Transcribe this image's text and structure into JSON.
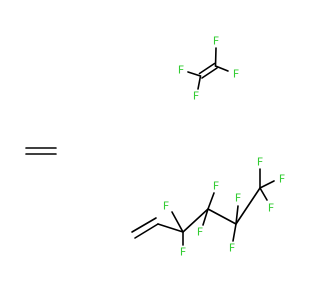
{
  "colors": {
    "bond": "#000000",
    "fluorine": "#33cc33",
    "background": "#ffffff"
  },
  "molecules": [
    {
      "name": "tetrafluoroethylene",
      "atoms": [
        "F",
        "F",
        "F",
        "F"
      ]
    },
    {
      "name": "ethylene",
      "atoms": []
    },
    {
      "name": "3,3,4,4,5,5,6,6,6-nonafluorohex-1-ene",
      "atoms": [
        "F",
        "F",
        "F",
        "F",
        "F",
        "F",
        "F",
        "F",
        "F"
      ]
    }
  ]
}
